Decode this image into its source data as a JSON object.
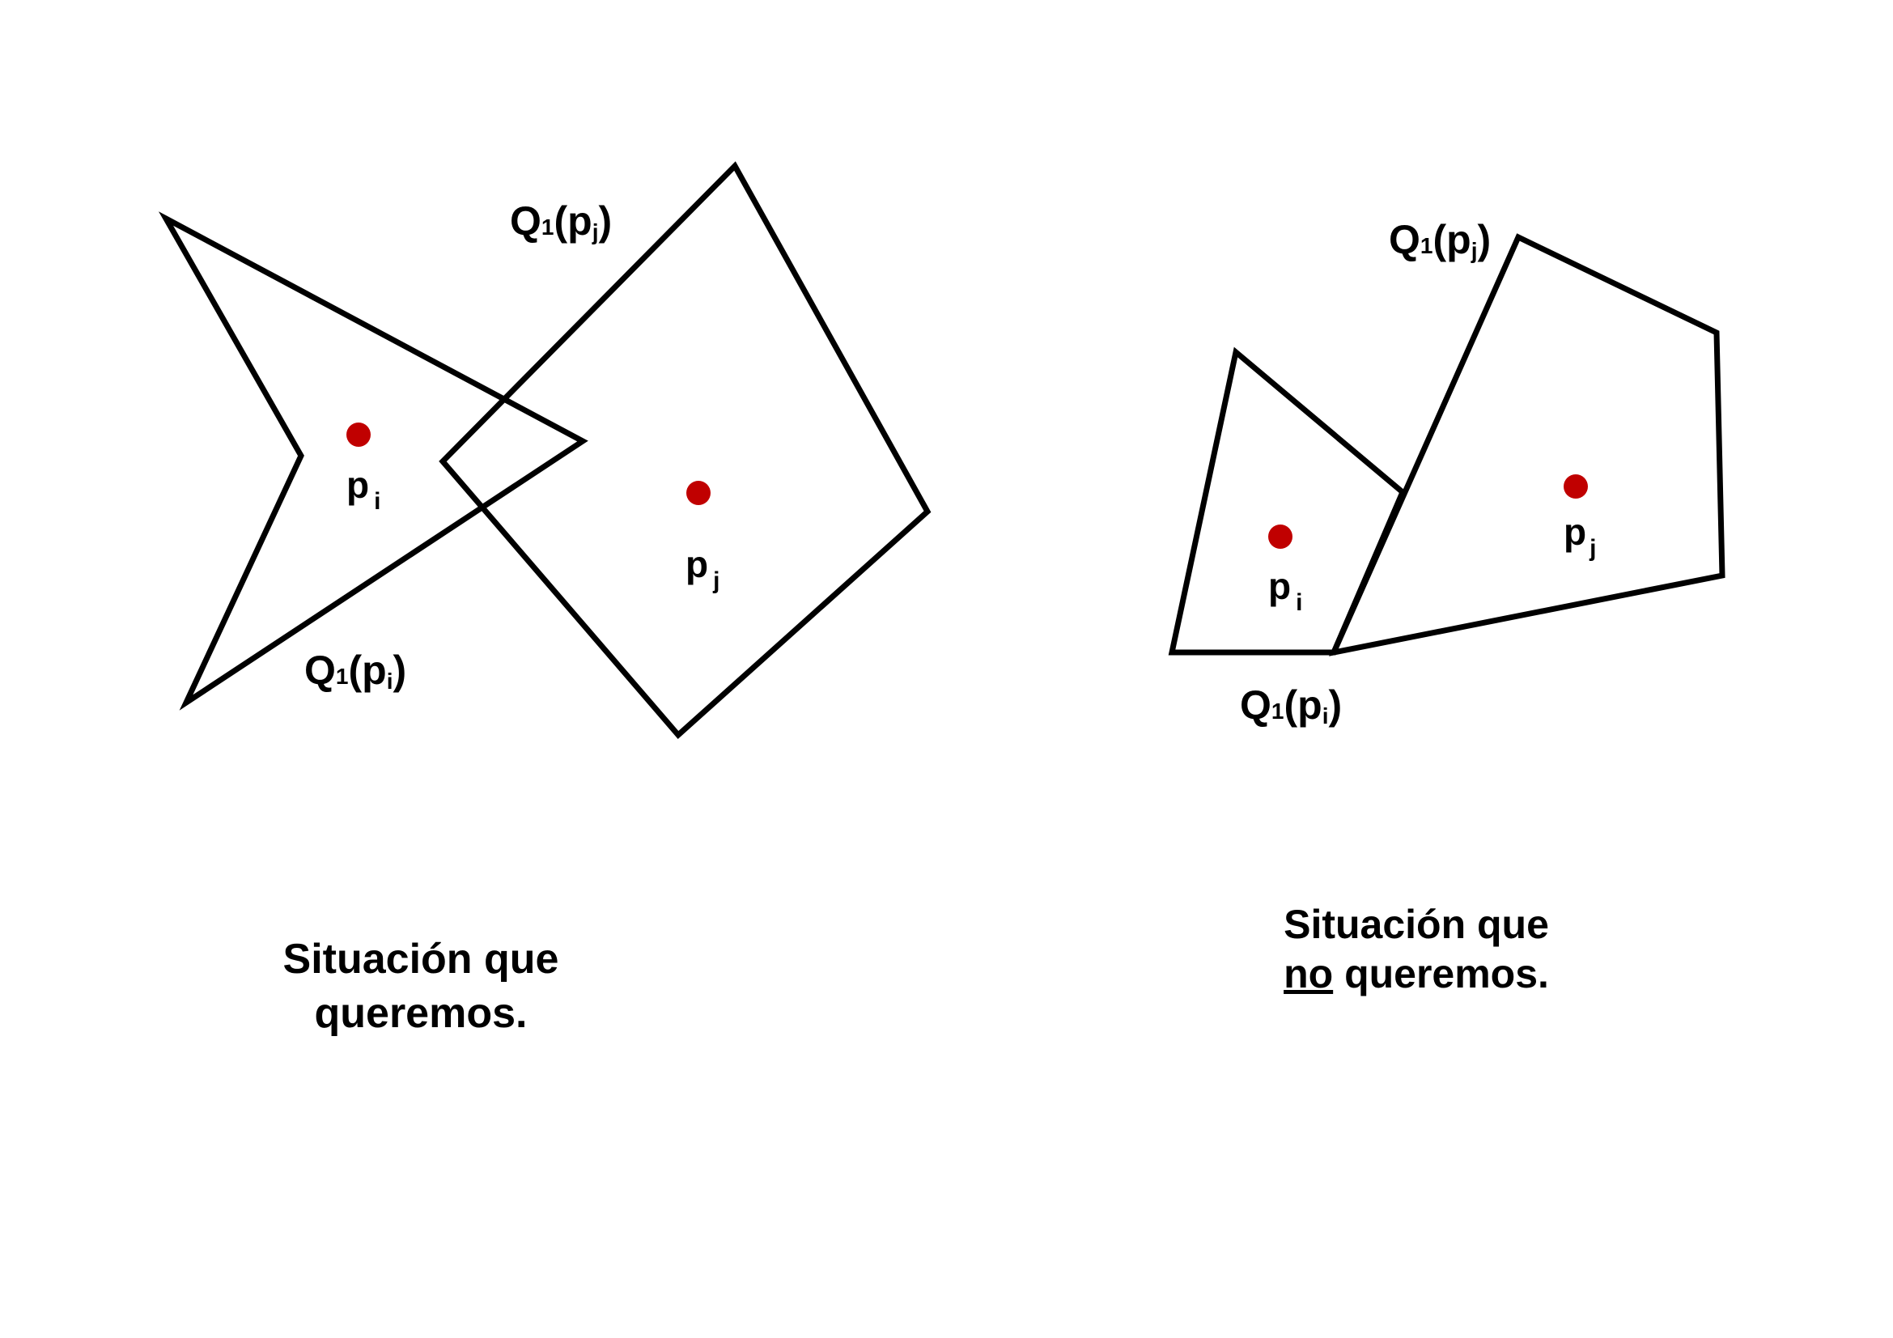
{
  "colors": {
    "outline": "#000000",
    "point": "#c00000",
    "background": "#ffffff"
  },
  "left_panel": {
    "region_i_label": {
      "q": "Q",
      "sub": "1",
      "open": "(p",
      "idx": "i",
      "close": ")"
    },
    "region_j_label": {
      "q": "Q",
      "sub": "1",
      "open": "(p",
      "idx": "j",
      "close": ")"
    },
    "point_i_label": {
      "p": "p",
      "idx": "i"
    },
    "point_j_label": {
      "p": "p",
      "idx": "j"
    },
    "caption": {
      "line1": "Situación que",
      "line2": "queremos."
    }
  },
  "right_panel": {
    "region_i_label": {
      "q": "Q",
      "sub": "1",
      "open": "(p",
      "idx": "i",
      "close": ")"
    },
    "region_j_label": {
      "q": "Q",
      "sub": "1",
      "open": "(p",
      "idx": "j",
      "close": ")"
    },
    "point_i_label": {
      "p": "p",
      "idx": "i"
    },
    "point_j_label": {
      "p": "p",
      "idx": "j"
    },
    "caption": {
      "line1": "Situación que",
      "line2_underlined": "no",
      "line2_rest": " queremos."
    }
  }
}
